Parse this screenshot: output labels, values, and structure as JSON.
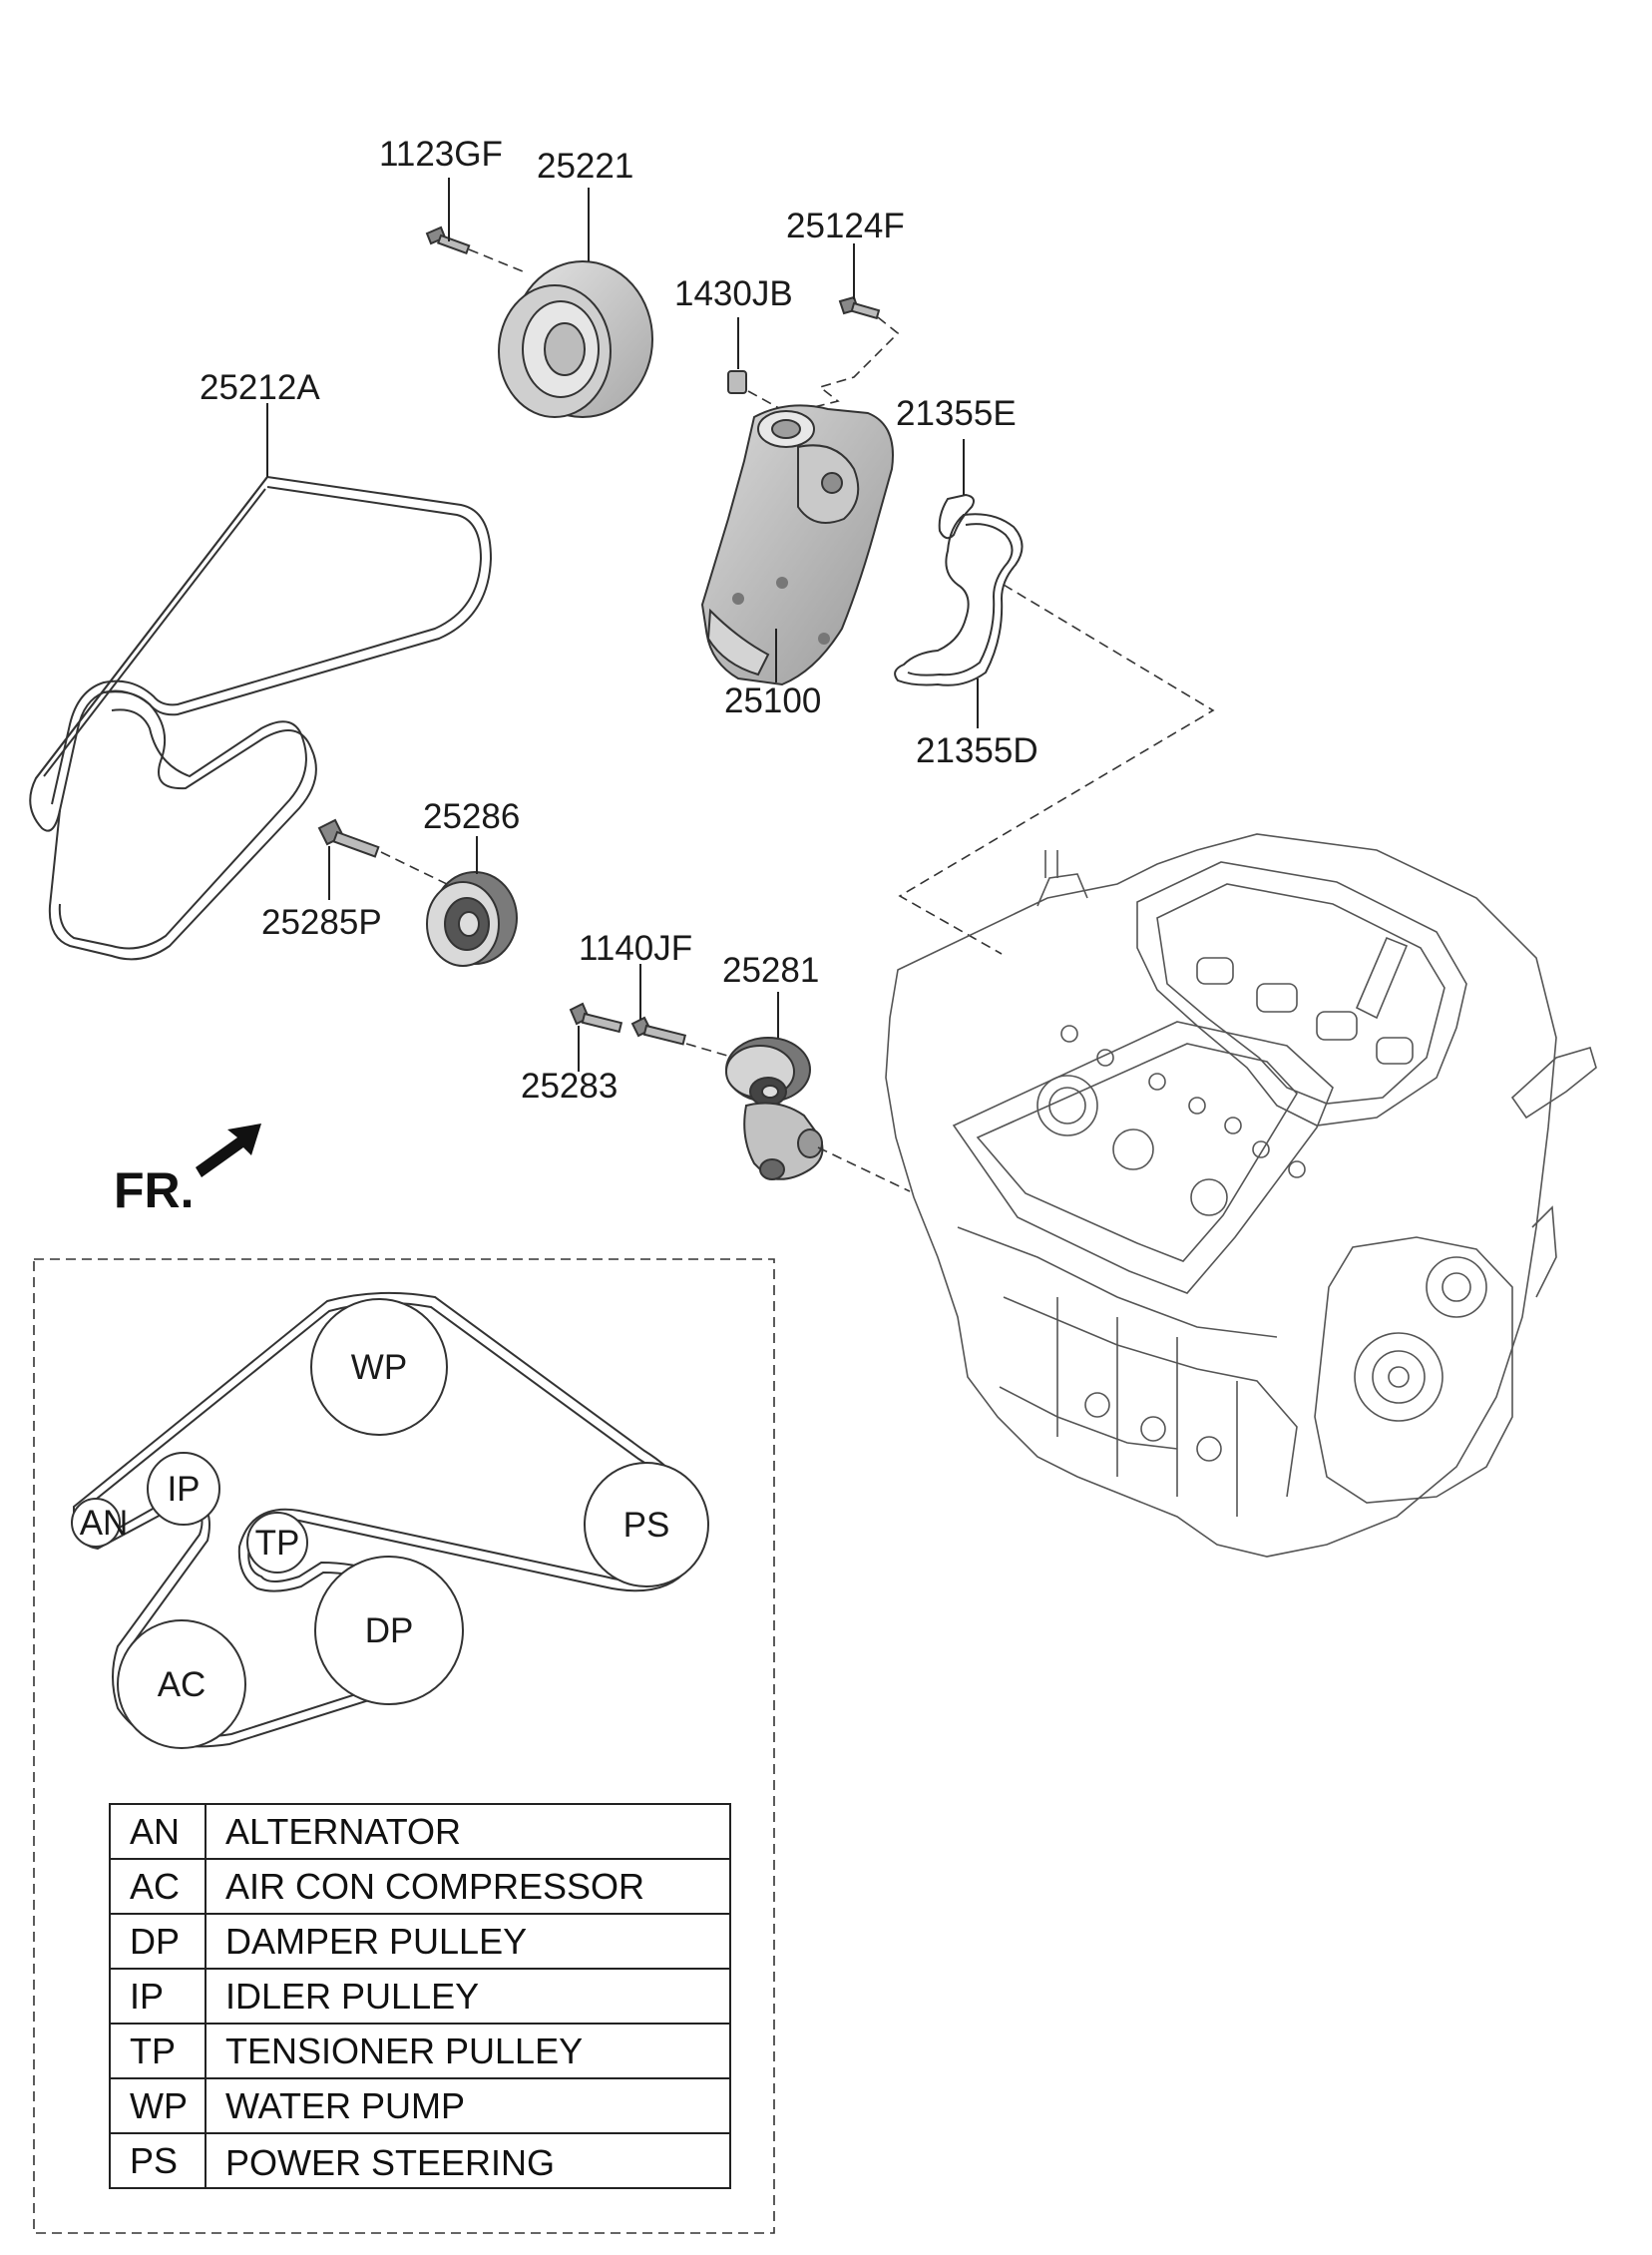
{
  "part_labels": {
    "p1123GF": "1123GF",
    "p25221": "25221",
    "p25124F": "25124F",
    "p1430JB": "1430JB",
    "p25212A": "25212A",
    "p21355E": "21355E",
    "p25100": "25100",
    "p21355D": "21355D",
    "p25286": "25286",
    "p25285P": "25285P",
    "p1140JF": "1140JF",
    "p25281": "25281",
    "p25283": "25283"
  },
  "front_marker": "FR.",
  "belt_routing": {
    "pulleys": {
      "WP": "WP",
      "IP": "IP",
      "AN": "AN",
      "TP": "TP",
      "PS": "PS",
      "DP": "DP",
      "AC": "AC"
    }
  },
  "legend": {
    "rows": [
      {
        "code": "AN",
        "name": "ALTERNATOR"
      },
      {
        "code": "AC",
        "name": "AIR CON COMPRESSOR"
      },
      {
        "code": "DP",
        "name": "DAMPER PULLEY"
      },
      {
        "code": "IP",
        "name": "IDLER PULLEY"
      },
      {
        "code": "TP",
        "name": "TENSIONER PULLEY"
      },
      {
        "code": "WP",
        "name": "WATER PUMP"
      },
      {
        "code": "PS",
        "name": "POWER STEERING"
      }
    ]
  }
}
